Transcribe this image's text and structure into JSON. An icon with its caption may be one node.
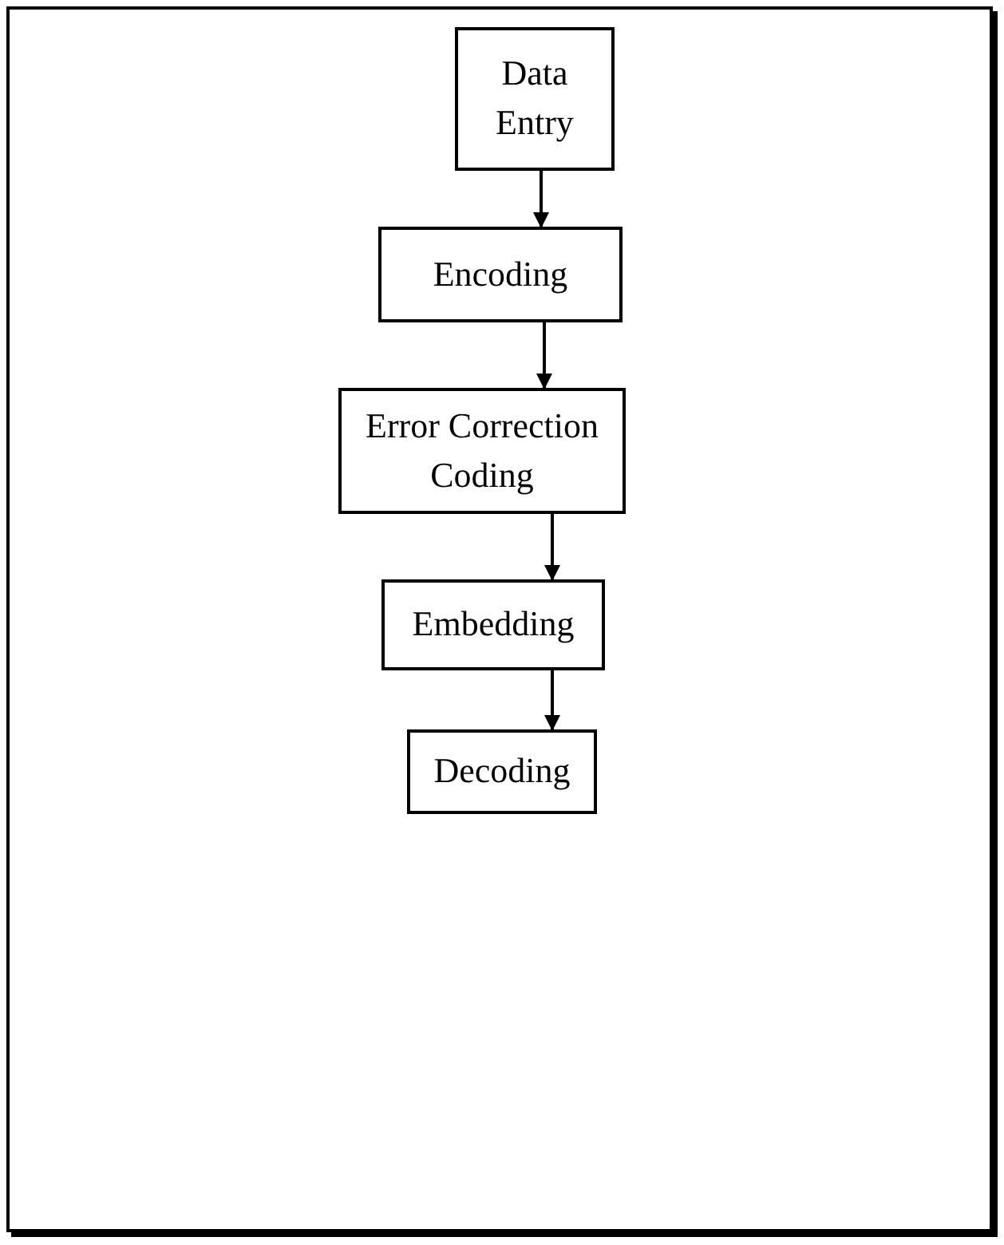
{
  "diagram": {
    "nodes": [
      {
        "text": [
          "Data Entry"
        ]
      },
      {
        "text": [
          "Encoding"
        ]
      },
      {
        "text": [
          "Error Correction Coding"
        ]
      },
      {
        "text": [
          "Embedding"
        ]
      },
      {
        "text": [
          "Decoding"
        ]
      }
    ],
    "edges": [
      {
        "from": 0,
        "to": 1,
        "arrow": "to"
      },
      {
        "from": 1,
        "to": 2,
        "arrow": "to"
      },
      {
        "from": 2,
        "to": 3,
        "arrow": "to"
      },
      {
        "from": 3,
        "to": 4,
        "arrow": "to"
      }
    ]
  }
}
